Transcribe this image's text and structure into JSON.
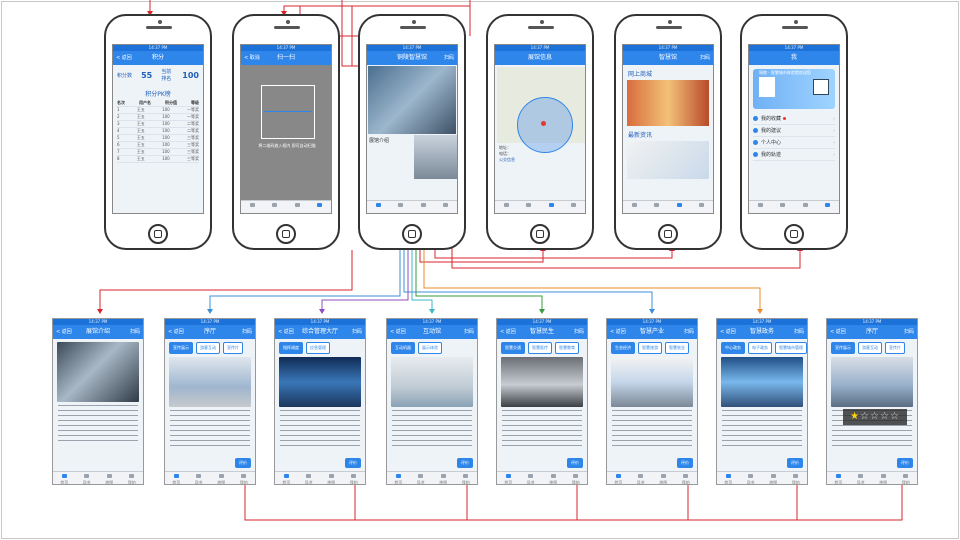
{
  "status_text": "14:37 PM",
  "common": {
    "back": "< 返回",
    "scan": "扫码",
    "cancel": "< 取消",
    "rate_button": "评价",
    "tabs": [
      "首页",
      "导览",
      "地图",
      "我的"
    ]
  },
  "top_screens": [
    {
      "id": "points",
      "nav_title": "积分",
      "points_label": "积分数",
      "points_value": "55",
      "rank_label": "当前排名",
      "rank_value": "100",
      "pk_title": "积分PK榜",
      "table": {
        "headers": [
          "名次",
          "用户名",
          "积分值",
          "等级"
        ],
        "rows": [
          [
            "1",
            "王五",
            "100",
            "一等奖"
          ],
          [
            "2",
            "王五",
            "100",
            "一等奖"
          ],
          [
            "3",
            "王五",
            "100",
            "二等奖"
          ],
          [
            "4",
            "王五",
            "100",
            "二等奖"
          ],
          [
            "5",
            "王五",
            "100",
            "三等奖"
          ],
          [
            "6",
            "王五",
            "100",
            "三等奖"
          ],
          [
            "7",
            "王五",
            "100",
            "三等奖"
          ],
          [
            "8",
            "王五",
            "100",
            "三等奖"
          ]
        ]
      }
    },
    {
      "id": "scan",
      "nav_title": "扫一扫",
      "hint": "将二维码放入框内 即可自动扫描"
    },
    {
      "id": "home",
      "nav_title": "铜陵智慧馆",
      "section": "展馆介绍"
    },
    {
      "id": "info",
      "nav_title": "展馆信息",
      "address_label": "地址：",
      "phone_label": "电话：",
      "bus_label": "公交信息"
    },
    {
      "id": "mall",
      "nav_title": "智慧馆",
      "shop_title": "网上商城",
      "news_title": "最新资讯"
    },
    {
      "id": "mine",
      "nav_title": "我",
      "card_title": "铜陵 · 智慧城市体验馆欢迎您",
      "menu": [
        "我的收藏",
        "我的建议",
        "个人中心",
        "我的轨迹"
      ]
    }
  ],
  "bottom_screens": [
    {
      "id": "intro",
      "title": "展馆介绍",
      "segments": []
    },
    {
      "id": "hall",
      "title": "序厅",
      "segments": [
        "宣传展示",
        "游客互动",
        "宣传片"
      ]
    },
    {
      "id": "mgmt",
      "title": "综合管理大厅",
      "segments": [
        "指挥调度",
        "应急管理"
      ]
    },
    {
      "id": "interact",
      "title": "互动馆",
      "segments": [
        "互动机器",
        "展示体验"
      ]
    },
    {
      "id": "living",
      "title": "智慧民生",
      "segments": [
        "智慧交通",
        "智慧医疗",
        "智慧教育"
      ]
    },
    {
      "id": "industry",
      "title": "智慧产业",
      "segments": [
        "生态经济",
        "智慧旅游",
        "智慧农业"
      ]
    },
    {
      "id": "gov",
      "title": "智慧政务",
      "segments": [
        "中心政务",
        "电子政务",
        "智慧城市管理"
      ]
    },
    {
      "id": "rate",
      "title": "序厅",
      "segments": [
        "宣传展示",
        "游客互动",
        "宣传片"
      ],
      "stars_on": 1,
      "stars_total": 5
    }
  ],
  "colors": {
    "accent": "#2f86ea",
    "wire_red": "#d9262c",
    "wire_blue": "#3b8fd9",
    "wire_purple": "#8c4fbf",
    "wire_green": "#3a9b3e",
    "wire_orange": "#e98d2a"
  }
}
